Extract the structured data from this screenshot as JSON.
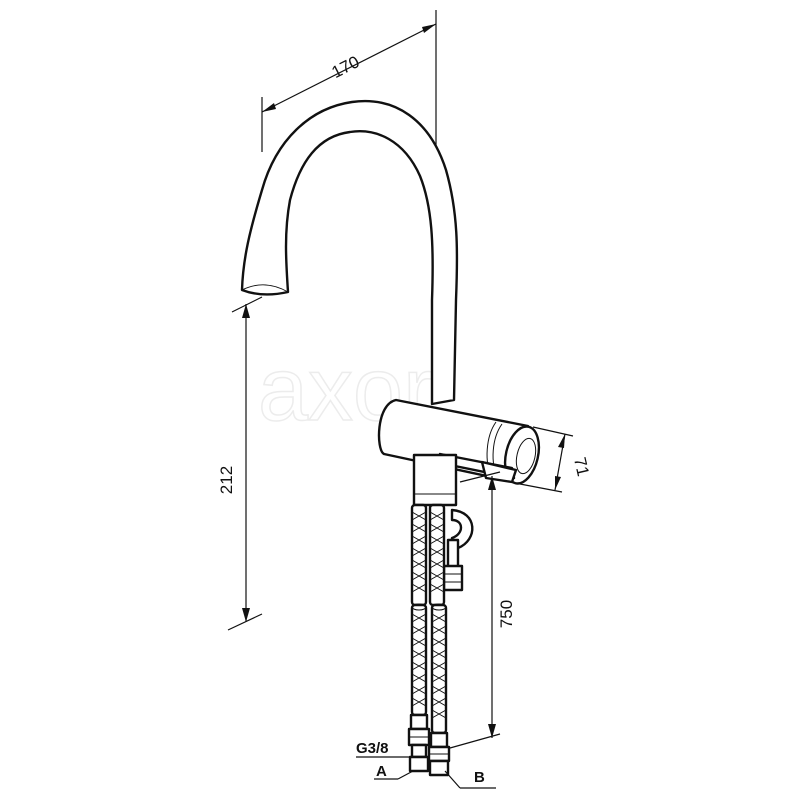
{
  "watermark": "axor",
  "dimensions": {
    "spout_reach": "170",
    "spout_height": "212",
    "hose_length": "750",
    "lever_diameter": "71"
  },
  "labels": {
    "thread": "G3/8",
    "connection_a": "A",
    "connection_b": "B"
  }
}
